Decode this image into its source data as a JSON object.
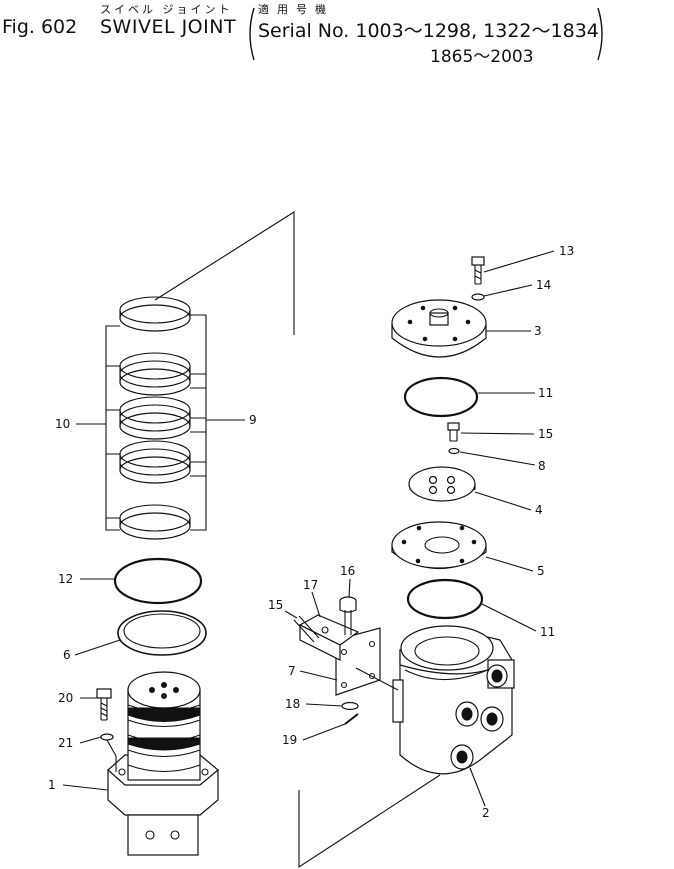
{
  "header": {
    "fig_label": "Fig. 602",
    "title_en": "SWIVEL JOINT",
    "title_jp": "スイベル ジョイント",
    "applicable_jp": "適用号機",
    "serial_line1": "Serial No. 1003～1298, 1322～1834",
    "serial_line2": "1865～2003"
  },
  "callouts": {
    "c1": "1",
    "c2": "2",
    "c3": "3",
    "c4": "4",
    "c5": "5",
    "c6": "6",
    "c7": "7",
    "c8": "8",
    "c9": "9",
    "c10": "10",
    "c11a": "11",
    "c11b": "11",
    "c12": "12",
    "c13": "13",
    "c14": "14",
    "c15a": "15",
    "c15b": "15",
    "c16": "16",
    "c17": "17",
    "c18": "18",
    "c19": "19",
    "c20": "20",
    "c21": "21"
  }
}
